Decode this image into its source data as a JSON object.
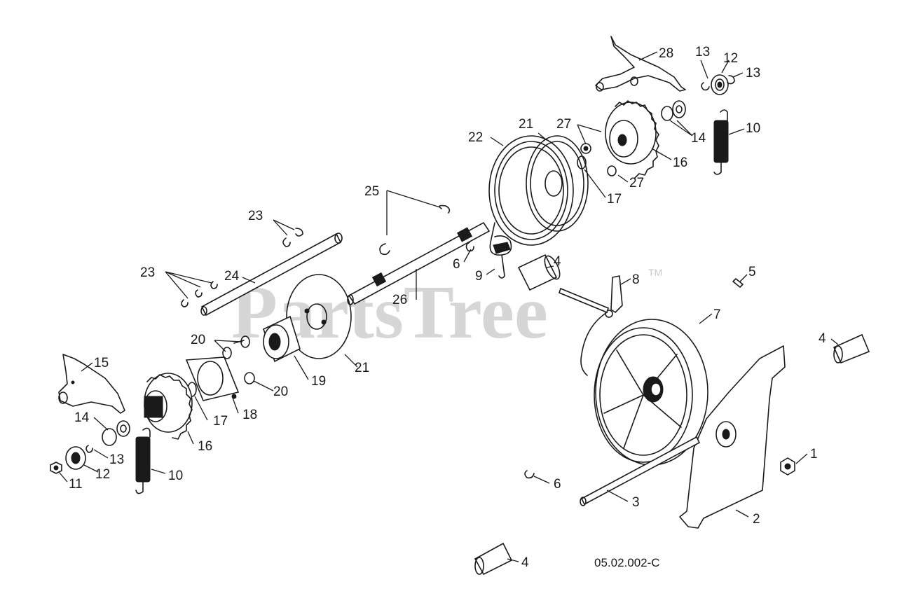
{
  "watermark": {
    "text": "PartsTree",
    "trademark": "TM"
  },
  "diagram_code": "05.02.002-C",
  "callouts": [
    {
      "id": "c28",
      "label": "28"
    },
    {
      "id": "c13a",
      "label": "13"
    },
    {
      "id": "c12a",
      "label": "12"
    },
    {
      "id": "c13b",
      "label": "13"
    },
    {
      "id": "c10a",
      "label": "10"
    },
    {
      "id": "c21a",
      "label": "21"
    },
    {
      "id": "c27a",
      "label": "27"
    },
    {
      "id": "c22",
      "label": "22"
    },
    {
      "id": "c14a",
      "label": "14"
    },
    {
      "id": "c16a",
      "label": "16"
    },
    {
      "id": "c27b",
      "label": "27"
    },
    {
      "id": "c17a",
      "label": "17"
    },
    {
      "id": "c25",
      "label": "25"
    },
    {
      "id": "c23a",
      "label": "23"
    },
    {
      "id": "c4a",
      "label": "4"
    },
    {
      "id": "c6a",
      "label": "6"
    },
    {
      "id": "c9",
      "label": "9"
    },
    {
      "id": "c5",
      "label": "5"
    },
    {
      "id": "c23b",
      "label": "23"
    },
    {
      "id": "c24",
      "label": "24"
    },
    {
      "id": "c8",
      "label": "8"
    },
    {
      "id": "c26",
      "label": "26"
    },
    {
      "id": "c7",
      "label": "7"
    },
    {
      "id": "c20a",
      "label": "20"
    },
    {
      "id": "c4b",
      "label": "4"
    },
    {
      "id": "c15",
      "label": "15"
    },
    {
      "id": "c21b",
      "label": "21"
    },
    {
      "id": "c19",
      "label": "19"
    },
    {
      "id": "c20b",
      "label": "20"
    },
    {
      "id": "c18",
      "label": "18"
    },
    {
      "id": "c17b",
      "label": "17"
    },
    {
      "id": "c14b",
      "label": "14"
    },
    {
      "id": "c16b",
      "label": "16"
    },
    {
      "id": "c13c",
      "label": "13"
    },
    {
      "id": "c1",
      "label": "1"
    },
    {
      "id": "c12b",
      "label": "12"
    },
    {
      "id": "c10b",
      "label": "10"
    },
    {
      "id": "c11",
      "label": "11"
    },
    {
      "id": "c6b",
      "label": "6"
    },
    {
      "id": "c3",
      "label": "3"
    },
    {
      "id": "c2",
      "label": "2"
    },
    {
      "id": "c4c",
      "label": "4"
    }
  ]
}
